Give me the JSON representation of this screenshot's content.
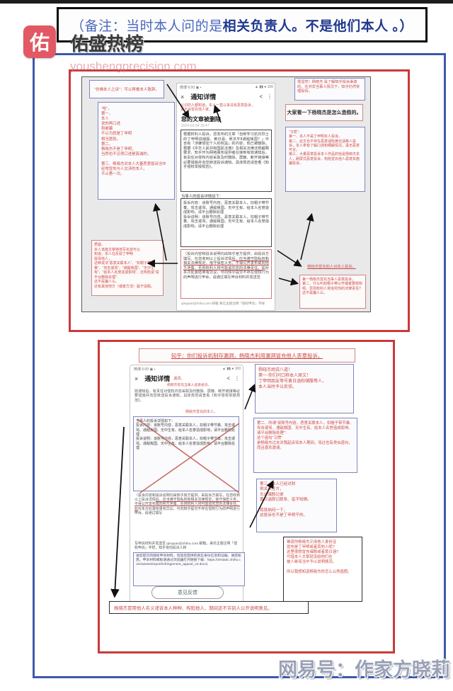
{
  "colors": {
    "frame_blue": "#3d59ab",
    "frame_red": "#c93a3a",
    "annotation_red": "#cf4a44",
    "blue_box_border": "#7d86c0",
    "banner_blue": "#20388f",
    "logo_red": "#e25864",
    "watermark_gray": "#9aa1b6"
  },
  "banner": {
    "prefix": "（备注：当时本人问的是",
    "emphasis": "相关负责人。不是他们本人 。）"
  },
  "brand": {
    "logo_char": "佑",
    "title": "佑盛热榜",
    "domain": "youshengprecision.com"
  },
  "watermark": "网易号：作家方晓莉",
  "panel1": {
    "ann_top_left": "“仿佛本人之诉”：可以再看本人致辞。",
    "ann_left": "“哈”，\n第一，\n本人\n说的再口述\n和被骗\n不以为就是丁甲明\n相当嚣张。\n第二，\n杨晓杰不是丁甲明，\n当然也不见得口述是真诚的。\n\n第三、杨晓杰对本人大量恶意投诉当中\n经常冒充与人交涉的本人，\n不止第一次。",
    "ann_bottom_left": "质疑，\n本人该篇文章特地写名单可以\n知道，本人在反驳丁甲明\n辱骂他人，\n这种说法“恶意关联本人”、“扣帽子带节奏”、“攻击谩骂”、“通敌叛国”、“无中生有”、“给本人名誉造成影响”、还构陷说“请平台删除处理”：\n这不是骗人么。\n还有其他地方（或者方法）属于造假。",
    "ann_right_top": "很显然！杨晓杰 是了解知乎投诉渠道的，在并非当事人情况下，知乎仍然受理投诉。",
    "ann_right_title": "大家看一下杨晓杰是怎么造假的。",
    "ann_right_mid": "“习惯”：\n第一、本人不是丁甲明本人投诉。\n第二、此文也不存在恶意诬陷黄日涵等人投诉，本人拿有了解口述和细解情况，毫无恶意可言。\n第三、大量恶意投诉本人作品的恰是杨晓杰本人，刷屏式恶意投诉，构陷冒充他人恶意实施骗投诉。",
    "ann_right_line": "杨晓杰冒充他人对本人投诉。",
    "ann_right_bottom": "第一杨晓杰冒充当事人恶意投诉。\n第二、什么叫扣帽子带公开或者要侵权呢、否则权利人将追究你的法律责任?\n这不是骗人么。",
    "phone": {
      "status_left": "微博 6:00 ▣ ▪",
      "status_right": "▲ ▮▮ ● 100",
      "close": "×",
      "nav_title": "通知详情",
      "share": "<",
      "more": "⋮",
      "red_note": "认识的人都知道，本人一直以来没有恶意投诉，\n更不会冒充他人家。",
      "title": "您的文章被删除",
      "date": "2024-02-04 16:47",
      "para1": "根据权利人投诉，您发布的文章「自称学习抗日烈士的丁甲明说储殷、黄日涵、吴法平8通敌叛国？」中含有「涉嫌侵犯个人的权益」的内容，现已被删除。根据《中华人民共和国民法典》及相关法律法规解释要求，知乎作为网络服务提供者在接到有效通知后，有责任对侵权内容采取及时删除、屏蔽、断开链接等必要措施并向您转送投诉通知。具体规范请查看《知乎侵权举报规范》。",
      "para2_header": "当事人的投诉详情如下：",
      "para2": "投诉内容：该账号内容，恶意关联本人，扣帽子带节奏、攻击谩骂、通敌叛国、无中生有、给本人名誉造成影响，请平台删除处理\n投诉说明：该账号内容，恶意关联本人，扣帽子带节奏、攻击谩骂、通敌叛国、无中生有、给本人名誉造成影响，请平台删除处理",
      "para3_pre": "（投诉内容和投诉说明均由知乎官方提供，由投诉方填写。在您收到以上投诉详情",
      "para3_underline": "后，应当遵守隐私权和相关法律规定、恪守保密义务，不得公开发布或向他方泄露，否则权利人将可能追究您的法律责任。如",
      "para3_post": "对本次处置结果有异议，可向知乎提交不存在侵权行为的声明进行申诉，请通过填写申诉材料并发送至",
      "footer": "qinquan@zhihu.com 邮箱  来信主题注明「侵权申诉」字样"
    }
  },
  "panel2": {
    "title": "知乎：你们投诉机制存漏洞，杨晓杰利用漏洞冒充他人恶意投诉。",
    "phone": {
      "status_left": "微博 6:00 ▣ ▪",
      "status_right": "▲ ▮▮ ● 100",
      "close": "×",
      "nav_title": "通知详情",
      "share": "<",
      "more": "⋮",
      "red_note1": "漏洞。",
      "red_note2": "杨晓杰冒充当事人恶意投诉。",
      "gray_para": "效通知后，有责任对侵权内容采取及时删除、屏蔽、断开链接等必要措施并向您转送投诉通知。具体规范请查看《知乎侵权举报规范》。",
      "red_inline": "杨晓杰冒充的本人。",
      "complaint": "当事人的投诉详情如下：\n投诉内容：该账号内容，恶意关联本人，扣帽子带节奏、攻击谩骂、通敌叛国、无中生有、给本人名誉造成影响，请平台删除处理\n投诉说明：该账号内容，恶意关联本人，扣帽子带节奏、攻击谩骂、通敌叛国、无中生有、给本人名誉造成影响，请平台删除处理",
      "disclaimer_pre": "（投诉内容和投诉说明均由知乎官方提供，由投诉方填写。在您收到以上投诉详情",
      "disclaimer_underline": "后，应当遵守隐私权和相关法律规定，恪守保密义务，不得公开发布或向他方泄露，否则权利人将可能追究您的法律责任。如",
      "disclaimer_post": "对本次处置结果有异议，可向知乎提交不存在侵权行为的声明进行申诉，请通过填写",
      "email_line": "写申诉材料并发送至 qinquan@zhihu.com 邮箱，来信主题注明「侵权申诉」字样，知乎将向投诉人转",
      "appeal_box": "送您提交的侵权申诉材料，包括您提供的真实身份信息和证据，请您知悉。申诉材料模板请通过浏览器打开链接下载：https://zhstatic.zhihu.com/assets/report/infringement_appeal_v2.docx)",
      "button": "意见反馈"
    },
    "ann1": "杨晓杰胡说八道！\n第一-你们问口称本人原文！\n丁甲明朋友等号黄日涵和储殷等人，\n本人当时予以反驳。",
    "ann2": "第二、所谓“该账号内容，恶意关联本人，扣帽子带节奏、攻击谩骂、通敌叛国、无中生有、给本人名誉造成影响、请平台删除处理”：\n这个造句“习惯”\n是杨晓杰过去对我起诉骂本人期间，骂过也有类似造句，而且喜欢邀请。",
    "ann3": "第三、本人已经对财\n相关责任方，\n无论储殷记录\n黄日涵那记联系、皆不知情。\n\n我就纳闷一下，\n这投诉也不是丁甲明干的。",
    "ann4": "难道你杨晓杰又用他人身份证\n冒充是丁甲明或者其他人呢?\n这里很想冒充储殷或者黄日涵?\n可惜本人文章就没给他们在\n被人辱骂当中予以说明情况。\n\n所以我想知道杨晓杰你怎么公然造假。",
    "bottom_note": "杨晓杰冒用他人名义递诉本人种种、构陷他人、期间还不许别人公开说明意见。"
  }
}
